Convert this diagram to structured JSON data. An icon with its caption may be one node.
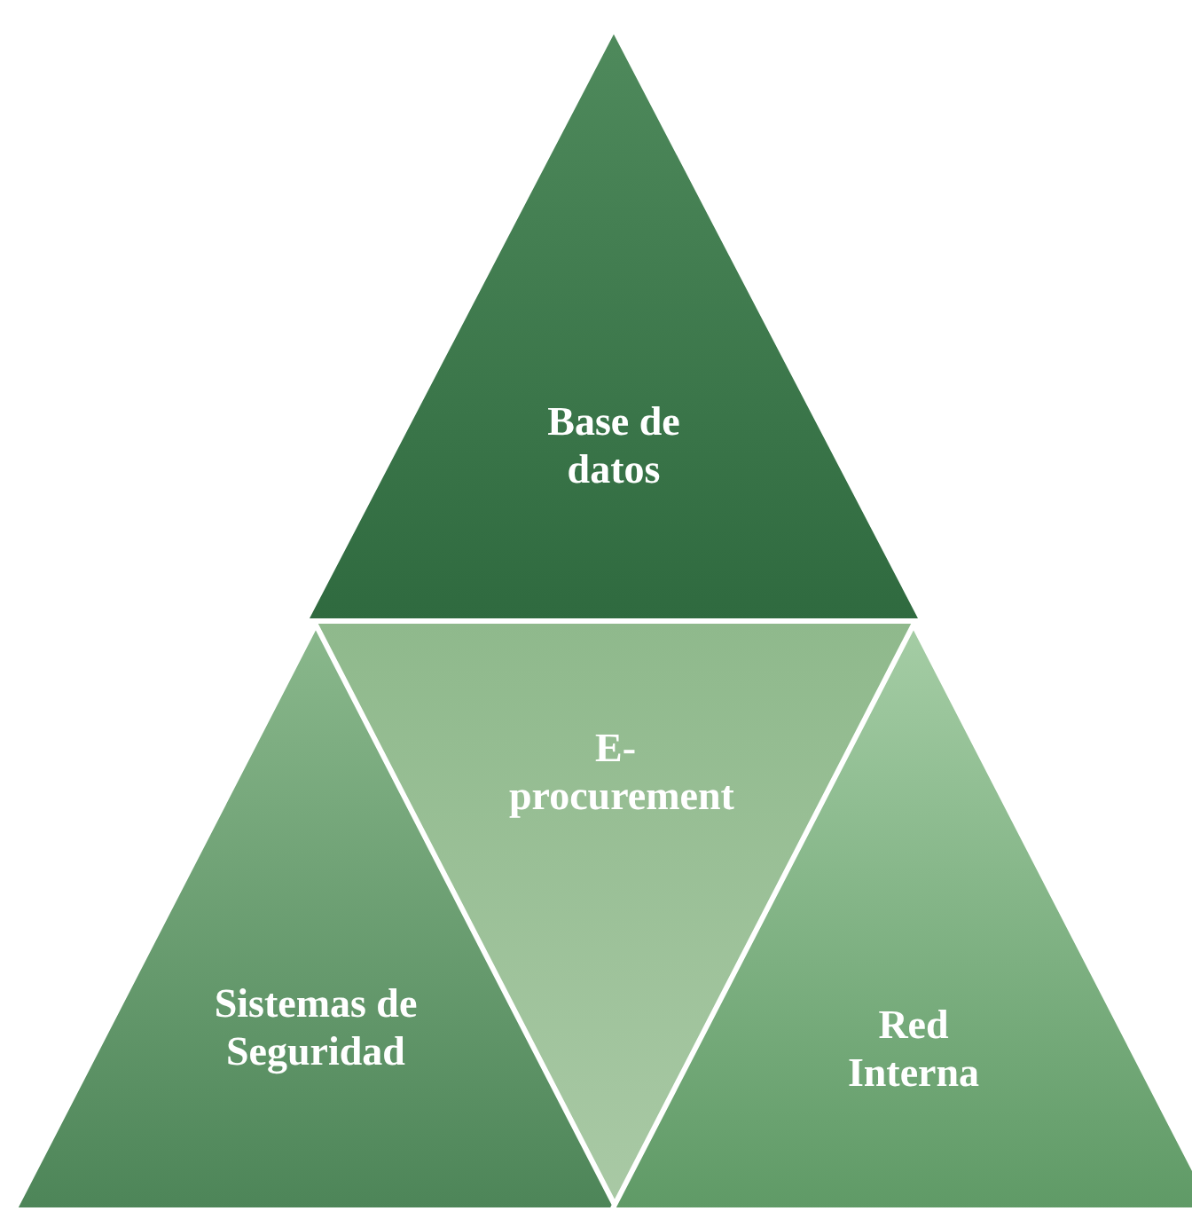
{
  "diagram": {
    "nodes": [
      {
        "text": [
          "Base de datos"
        ]
      },
      {
        "text": [
          "E-procurement"
        ]
      },
      {
        "text": [
          "Sistemas de Seguridad"
        ]
      },
      {
        "text": [
          "Red Interna"
        ]
      }
    ],
    "edges": []
  }
}
